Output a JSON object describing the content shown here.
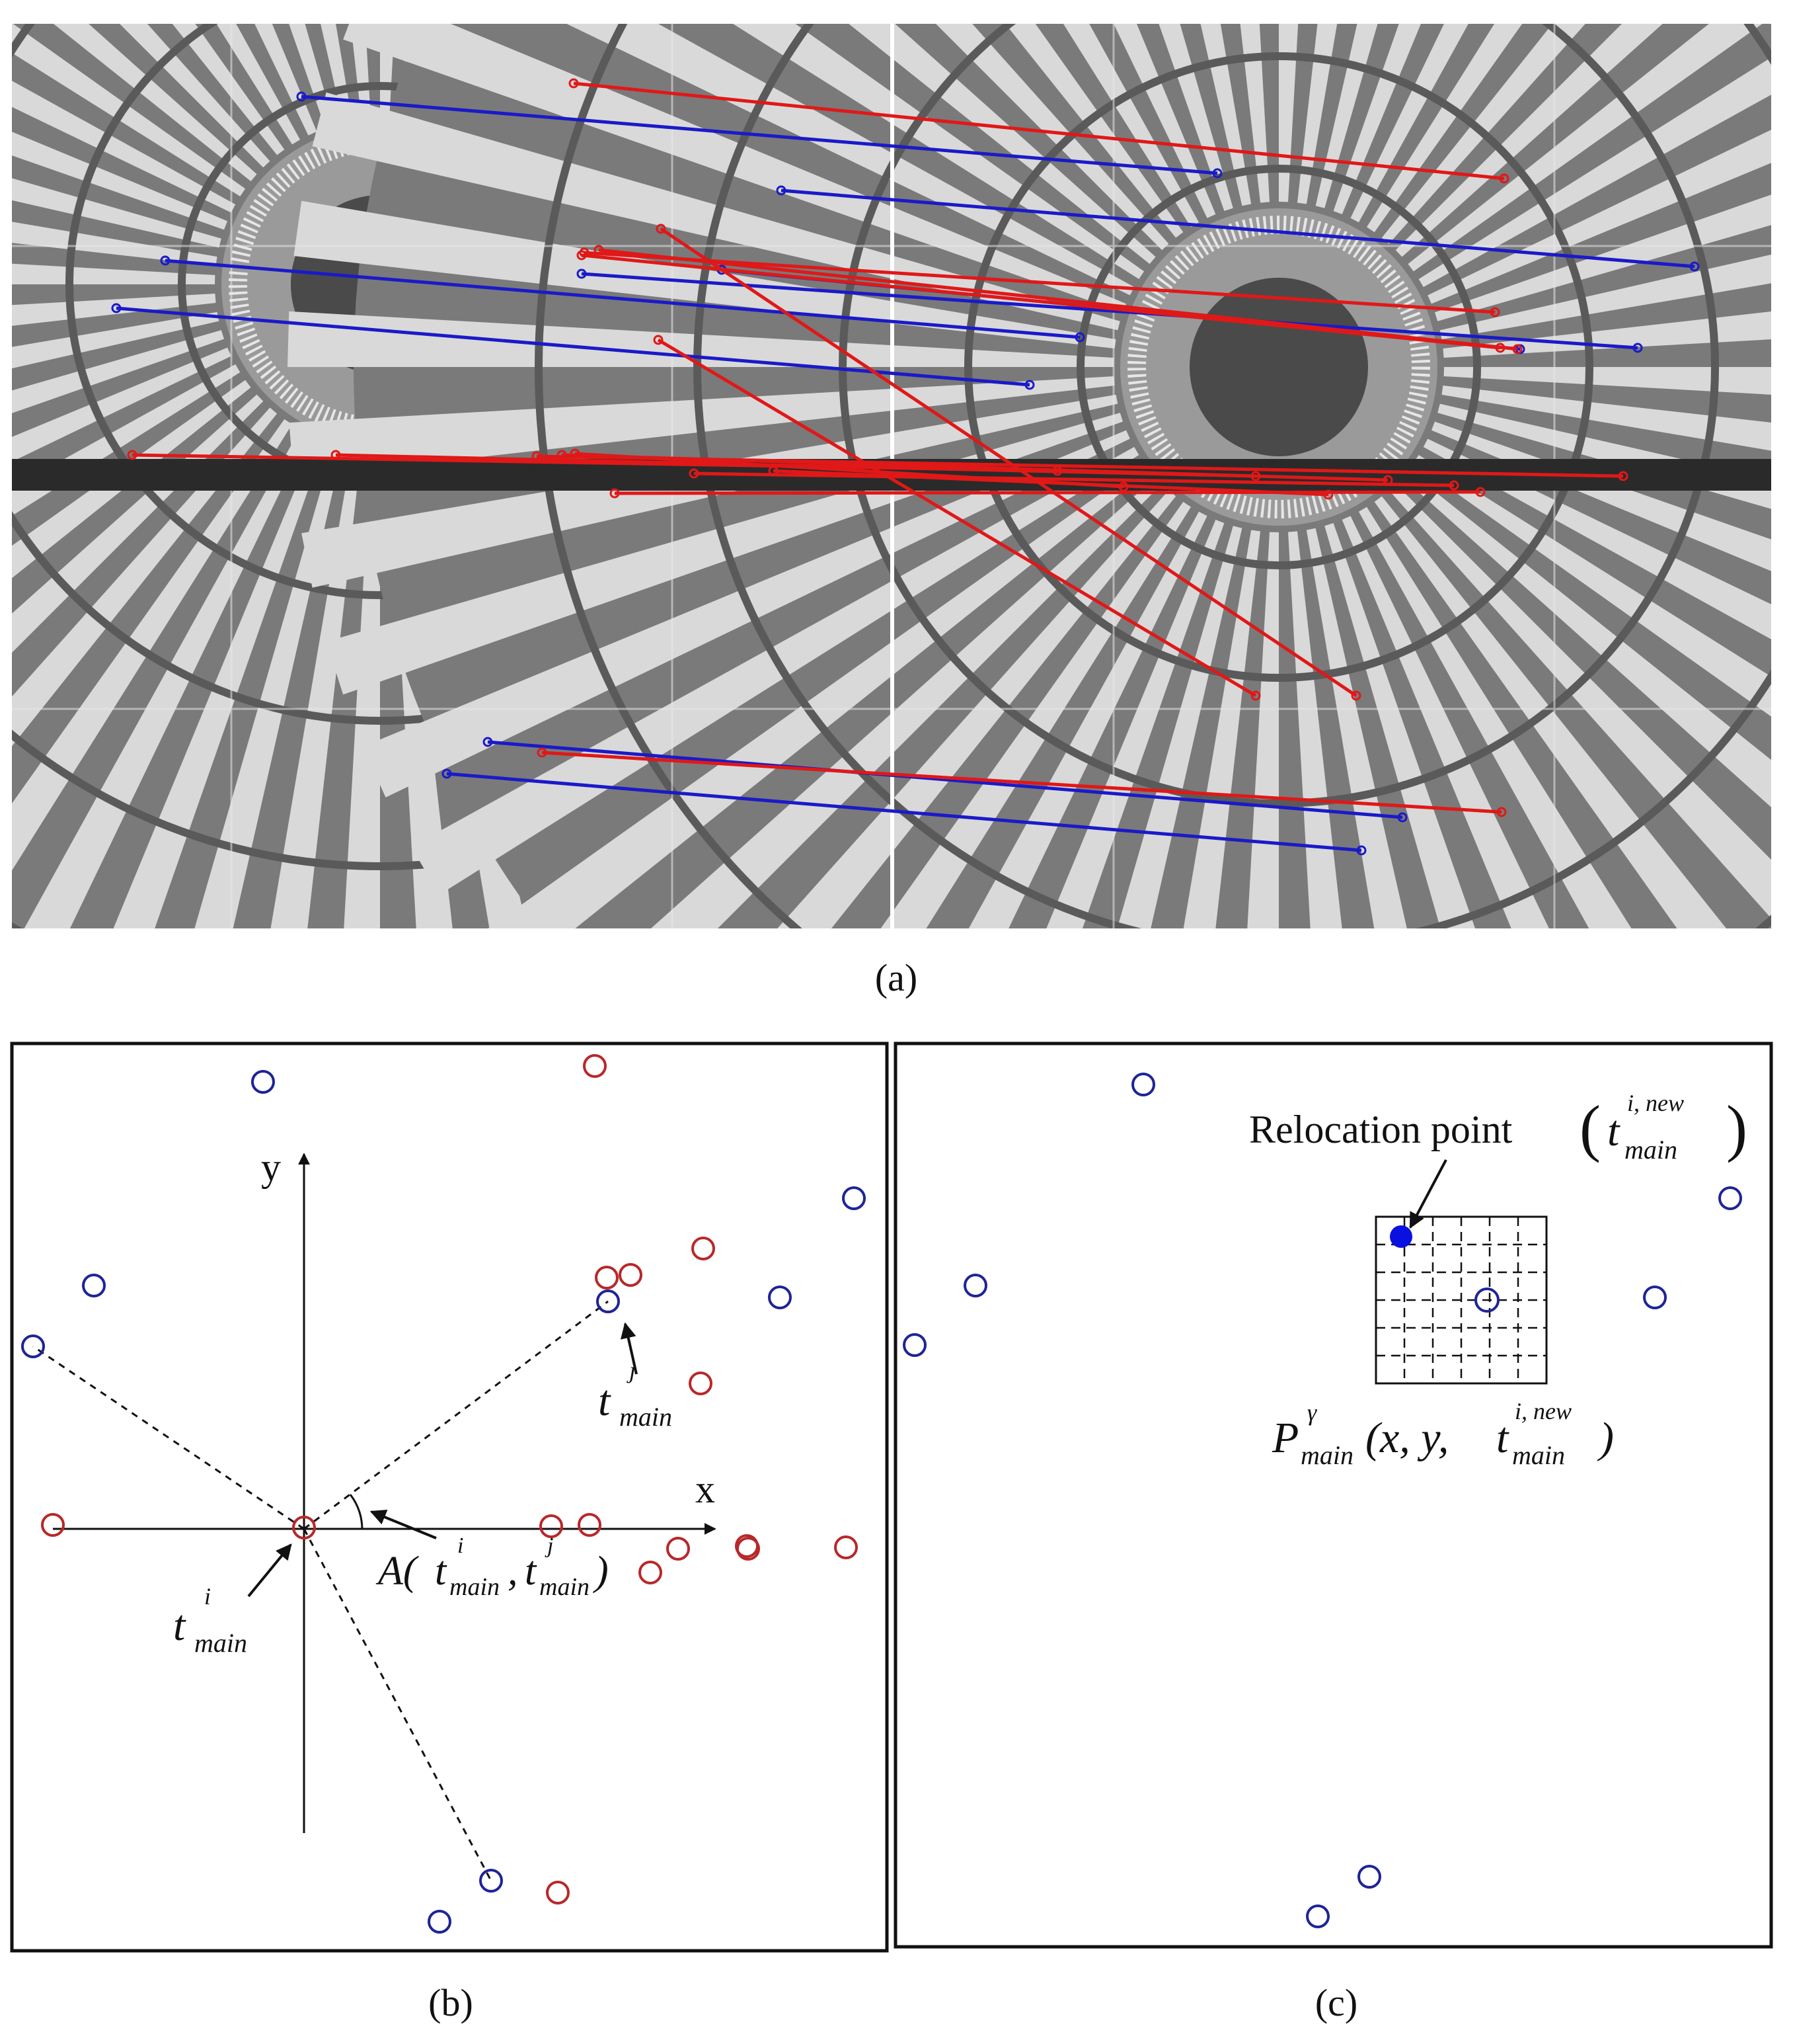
{
  "colors": {
    "match_blue": "#1a1ac8",
    "match_red": "#e01818",
    "pt_blue": "#1e2496",
    "pt_red": "#b8282a",
    "relocation_fill": "#0a10e0",
    "photo_light": "#d9d9d9",
    "photo_dark": "#4a4a4a",
    "photo_bg": "#7a7a7a",
    "photo_band": "#2a2a2a"
  },
  "panel_a": {
    "caption": "(a)",
    "image_description_icon": "radial-star-target-photo-pair"
  },
  "panel_b": {
    "caption": "(b)",
    "axis_x_label": "x",
    "axis_y_label": "y",
    "label_ti": {
      "base": "t",
      "sup": "i",
      "sub": "main"
    },
    "label_tj": {
      "base": "t",
      "sup": "j",
      "sub": "main"
    },
    "label_angle": {
      "fn": "A(",
      "t1": "t",
      "sup1": "i",
      "sub1": "main",
      "comma": ",",
      "t2": "t",
      "sup2": "j",
      "sub2": "main",
      "close": ")"
    }
  },
  "panel_c": {
    "caption": "(c)",
    "relocation_text": "Relocation point",
    "relocation_sym": {
      "base": "t",
      "sup": "i, new",
      "sub": "main"
    },
    "p_label": {
      "base": "P",
      "sup": "γ",
      "sub": "main",
      "args": "(x, y, ",
      "t": "t",
      "tsup": "i, new",
      "tsub": "main",
      "close": ")"
    }
  }
}
